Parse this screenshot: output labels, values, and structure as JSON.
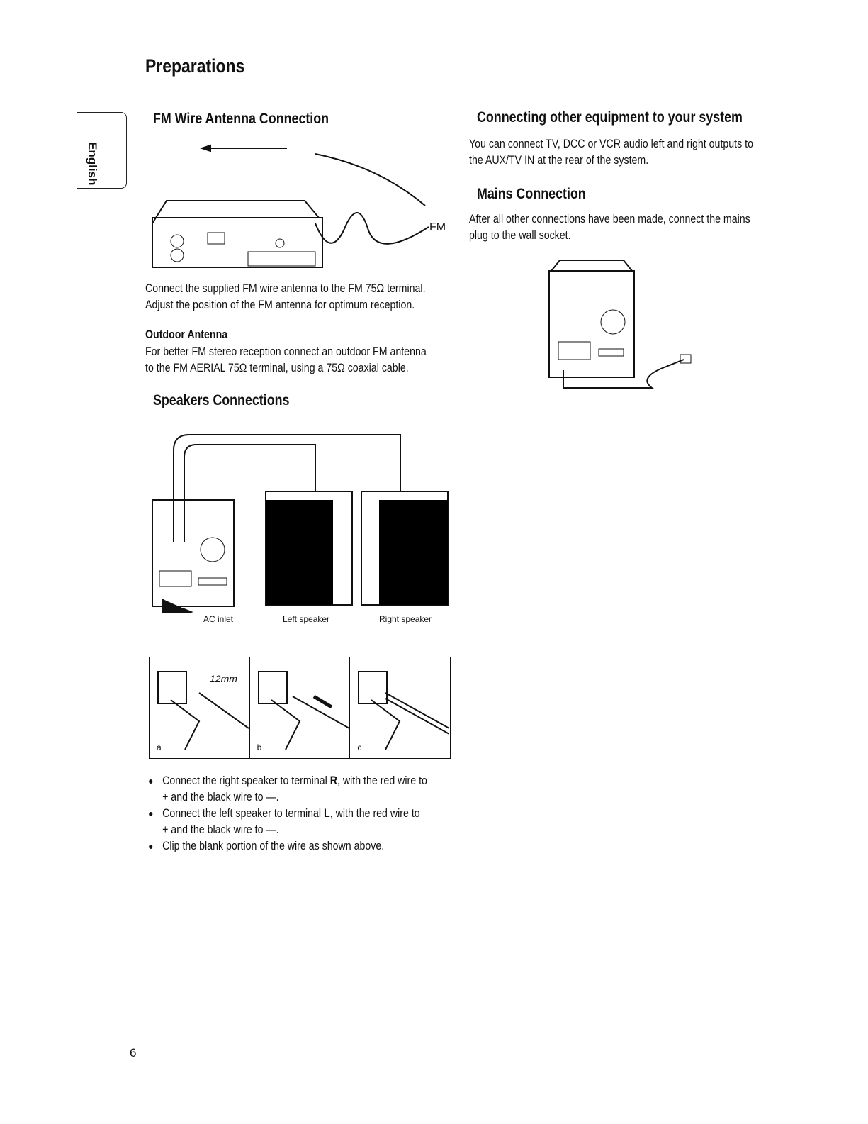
{
  "page_title": "Preparations",
  "side_tab": "English",
  "fm": {
    "heading": "FM Wire Antenna Connection",
    "fm_label": "FM",
    "text": [
      "Connect the supplied FM wire antenna to the FM 75Ω terminal.",
      "Adjust the position of the FM antenna for optimum reception."
    ],
    "outdoor_heading": "Outdoor Antenna",
    "outdoor_text": [
      "For better FM stereo reception connect an outdoor FM antenna",
      "to the FM AERIAL 75Ω terminal, using a 75Ω coaxial cable."
    ]
  },
  "speakers": {
    "heading": "Speakers Connections",
    "labels": {
      "ac": "AC inlet",
      "left": "Left speaker",
      "right": "Right speaker"
    },
    "steps": [
      "a",
      "b",
      "c"
    ],
    "measure": "12mm",
    "bullets": [
      {
        "pre": "Connect the right speaker to terminal ",
        "bold": "R",
        "post": ", with the red wire to",
        "line2": "+ and the black wire to —."
      },
      {
        "pre": "Connect the left speaker to terminal ",
        "bold": "L",
        "post": ", with the red wire to",
        "line2": "+ and the black wire to —."
      },
      {
        "pre": "Clip the blank portion of the wire as shown above.",
        "bold": "",
        "post": "",
        "line2": ""
      }
    ]
  },
  "other": {
    "heading": "Connecting other equipment to your system",
    "text": [
      "You can connect TV, DCC or VCR audio left and right outputs to",
      "the AUX/TV IN at the rear of the system."
    ]
  },
  "mains": {
    "heading": "Mains Connection",
    "text": [
      "After all other connections have been made, connect the mains",
      "plug to the wall socket."
    ]
  },
  "page_number": "6"
}
